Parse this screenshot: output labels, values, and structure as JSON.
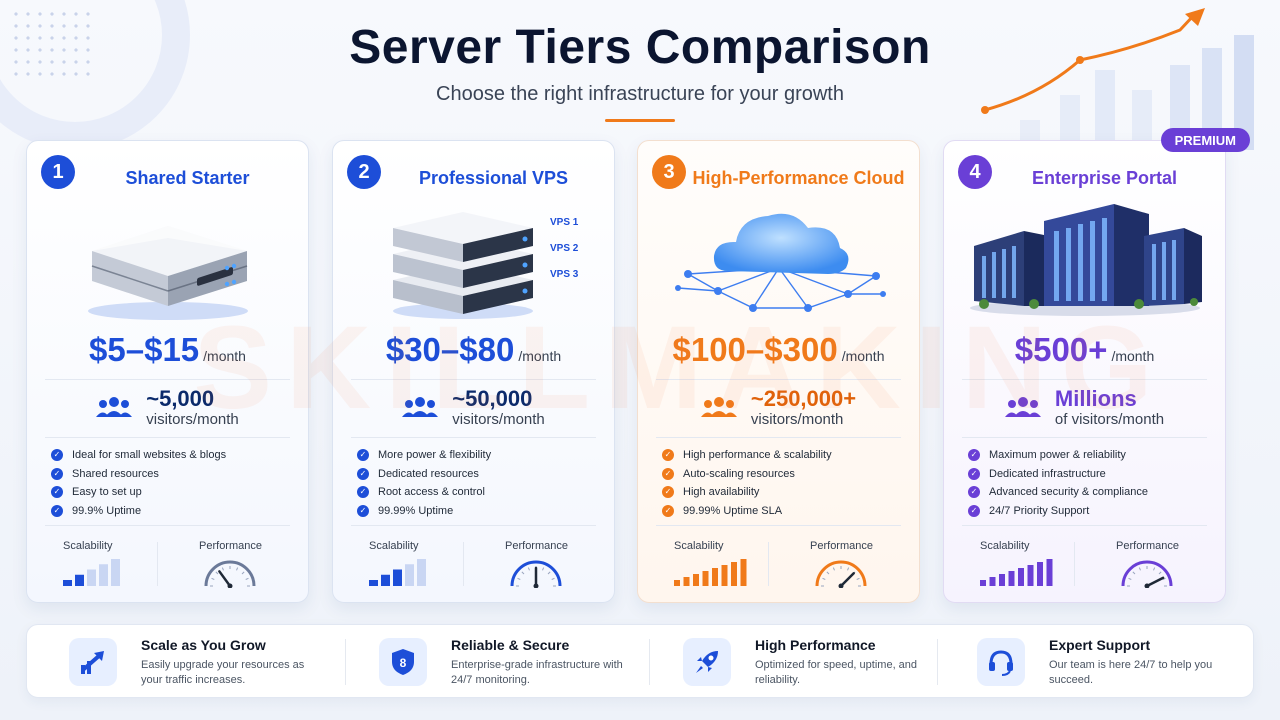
{
  "header": {
    "title": "Server Tiers Comparison",
    "subtitle": "Choose the right infrastructure for your growth"
  },
  "colors": {
    "tier1": "#1d4ed8",
    "tier2": "#1d4ed8",
    "tier3": "#f07a1a",
    "tier4": "#6a3fd6",
    "accent": "#f07a1a"
  },
  "badge": "PREMIUM",
  "watermark": "SKILLMAKING",
  "tiers": [
    {
      "number": "1",
      "name": "Shared Starter",
      "price": "$5–$15",
      "period": "/month",
      "visitors_value": "~5,000",
      "visitors_label": "visitors/month",
      "features": [
        "Ideal for small websites & blogs",
        "Shared resources",
        "Easy to set up",
        "99.9% Uptime"
      ],
      "scalability_label": "Scalability",
      "performance_label": "Performance",
      "scalability_level": 0.4,
      "performance_level": 0.3,
      "icon": "server-icon"
    },
    {
      "number": "2",
      "name": "Professional VPS",
      "price": "$30–$80",
      "period": "/month",
      "visitors_value": "~50,000",
      "visitors_label": "visitors/month",
      "features": [
        "More power & flexibility",
        "Dedicated resources",
        "Root access & control",
        "99.99% Uptime"
      ],
      "scalability_label": "Scalability",
      "performance_label": "Performance",
      "scalability_level": 0.6,
      "performance_level": 0.5,
      "vps_labels": [
        "VPS 1",
        "VPS 2",
        "VPS 3"
      ],
      "icon": "vps-stack-icon"
    },
    {
      "number": "3",
      "name": "High-Performance Cloud",
      "price": "$100–$300",
      "period": "/month",
      "visitors_value": "~250,000+",
      "visitors_label": "visitors/month",
      "features": [
        "High performance & scalability",
        "Auto-scaling resources",
        "High availability",
        "99.99% Uptime SLA"
      ],
      "scalability_label": "Scalability",
      "performance_label": "Performance",
      "scalability_level": 1.0,
      "performance_level": 0.75,
      "icon": "cloud-network-icon"
    },
    {
      "number": "4",
      "name": "Enterprise Portal",
      "price": "$500+",
      "period": "/month",
      "visitors_value": "Millions",
      "visitors_label": "of visitors/month",
      "features": [
        "Maximum power & reliability",
        "Dedicated infrastructure",
        "Advanced security & compliance",
        "24/7 Priority Support"
      ],
      "scalability_label": "Scalability",
      "performance_label": "Performance",
      "scalability_level": 1.0,
      "performance_level": 0.85,
      "icon": "datacenter-building-icon"
    }
  ],
  "bottom": [
    {
      "title": "Scale as You Grow",
      "desc": "Easily upgrade your resources as your traffic increases.",
      "icon": "growth-arrow-icon"
    },
    {
      "title": "Reliable & Secure",
      "desc": "Enterprise-grade infrastructure with 24/7 monitoring.",
      "icon": "shield-icon"
    },
    {
      "title": "High Performance",
      "desc": "Optimized for speed, uptime, and reliability.",
      "icon": "rocket-icon"
    },
    {
      "title": "Expert Support",
      "desc": "Our team is here 24/7 to help you succeed.",
      "icon": "headset-icon"
    }
  ]
}
